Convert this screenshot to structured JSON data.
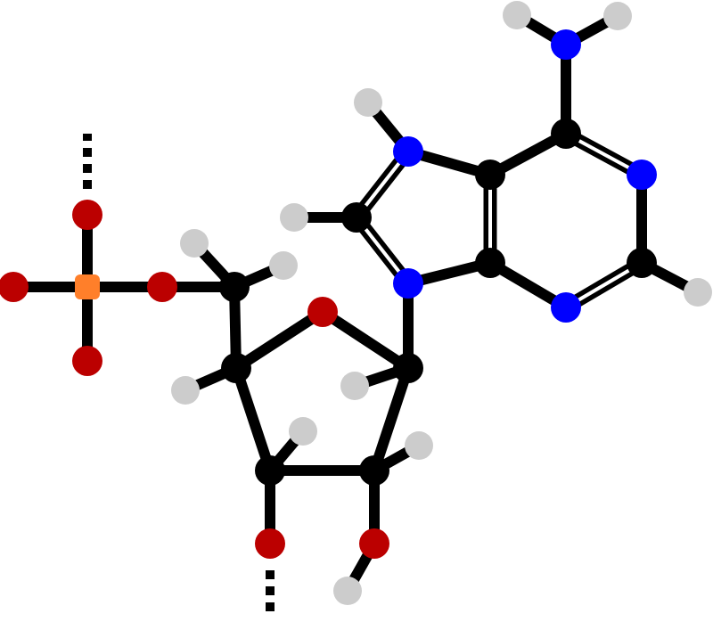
{
  "colors": {
    "background": "#ffffff",
    "bond": "#000000",
    "double_bond_gap": "#ffffff",
    "C": "#000000",
    "H": "#cccccc",
    "N": "#0000ff",
    "O": "#bb0000",
    "P": "#ff7f2a"
  },
  "molecule": {
    "atom_elements": [
      "P",
      "O",
      "O",
      "O",
      "O",
      "C",
      "H",
      "H",
      "C",
      "H",
      "O",
      "C",
      "H",
      "C",
      "H",
      "O",
      "C",
      "H",
      "O",
      "H",
      "N",
      "C",
      "H",
      "N",
      "H",
      "C",
      "C",
      "C",
      "N",
      "H",
      "H",
      "N",
      "C",
      "H",
      "N"
    ]
  }
}
